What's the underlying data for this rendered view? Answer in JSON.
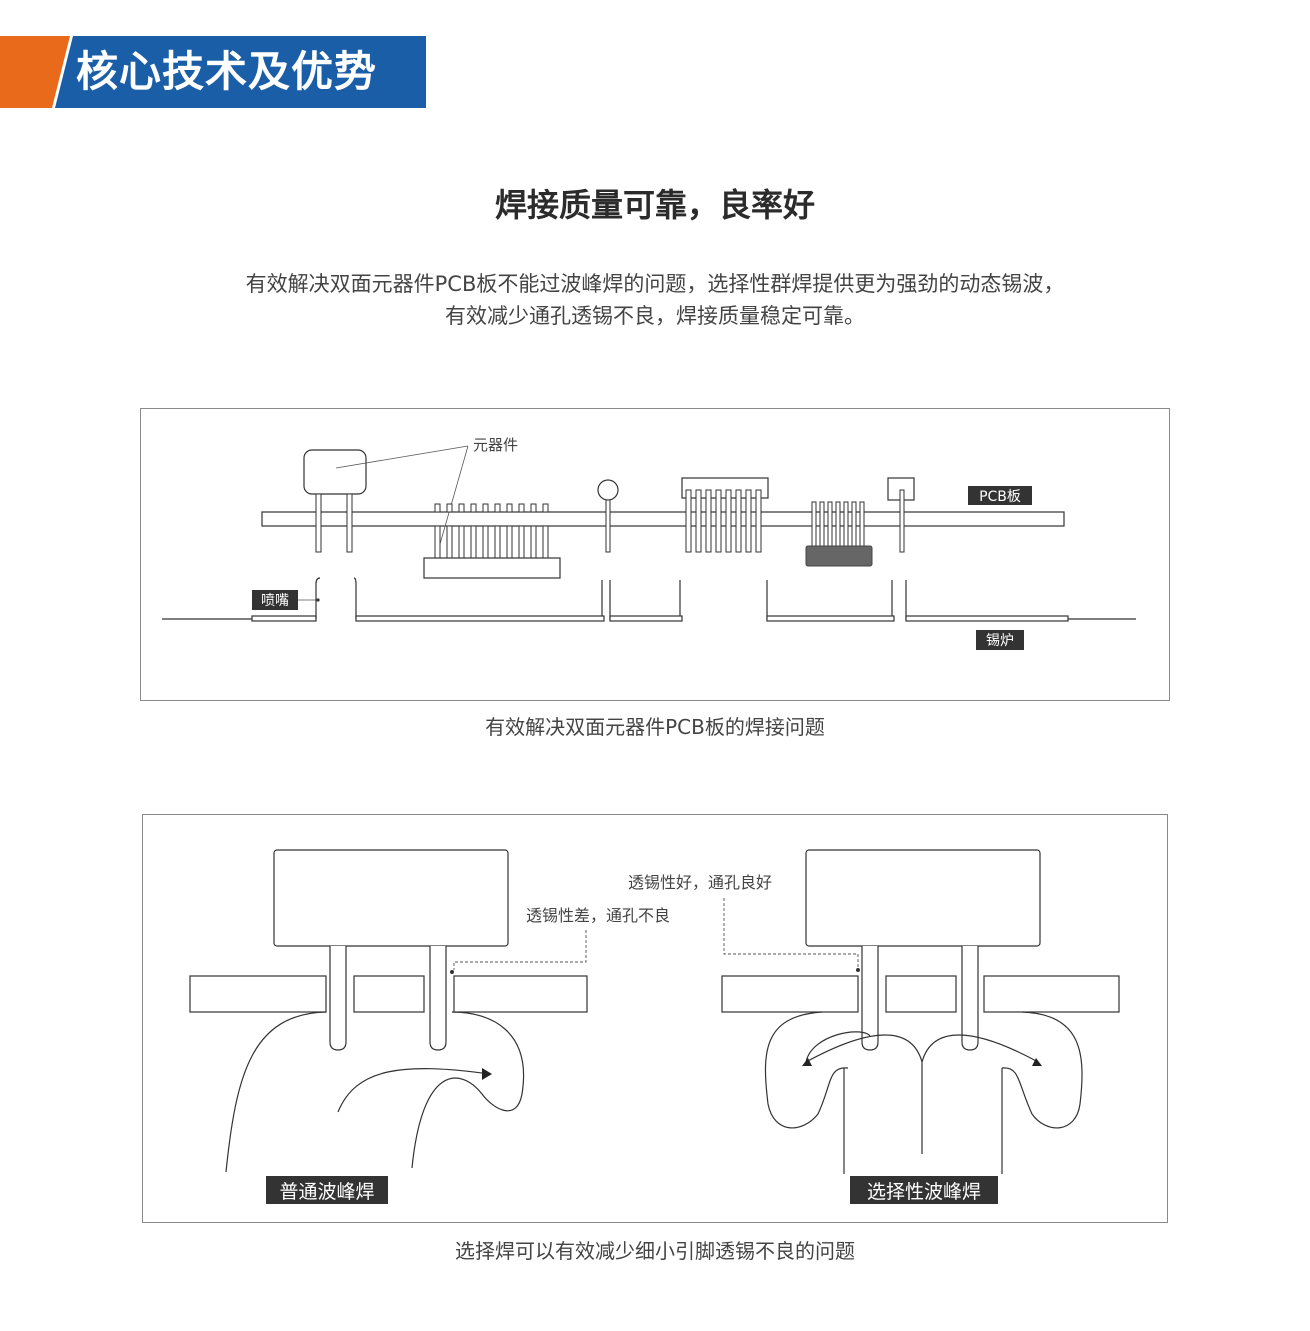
{
  "header": {
    "title": "核心技术及优势",
    "colors": {
      "orange": "#e86a1a",
      "blue": "#1a5ea8"
    }
  },
  "section": {
    "title": "焊接质量可靠，良率好",
    "intro_line1": "有效解决双面元器件PCB板不能过波峰焊的问题，选择性群焊提供更为强劲的动态锡波，",
    "intro_line2": "有效减少通孔透锡不良，焊接质量稳定可靠。"
  },
  "diagram1": {
    "label_component": "元器件",
    "label_pcb": "PCB板",
    "label_nozzle": "喷嘴",
    "label_furnace": "锡炉",
    "caption": "有效解决双面元器件PCB板的焊接问题"
  },
  "diagram2": {
    "label_poor": "透锡性差，通孔不良",
    "label_good": "透锡性好，通孔良好",
    "label_normal": "普通波峰焊",
    "label_selective": "选择性波峰焊",
    "caption": "选择焊可以有效减少细小引脚透锡不良的问题"
  }
}
